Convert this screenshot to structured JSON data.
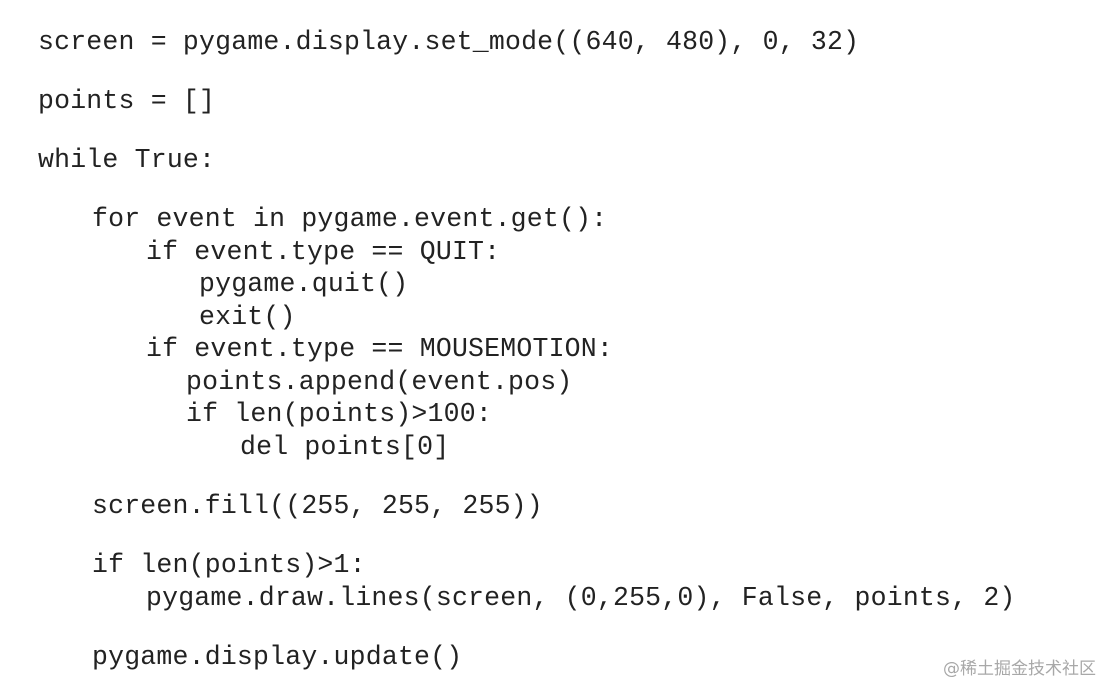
{
  "code_lines": [
    "screen = pygame.display.set_mode((640, 480), 0, 32)",
    "points = []",
    "while True:",
    "for event in pygame.event.get():",
    "if event.type == QUIT:",
    "pygame.quit()",
    "exit()",
    "if event.type == MOUSEMOTION:",
    "points.append(event.pos)",
    "if len(points)>100:",
    "del points[0]",
    "screen.fill((255, 255, 255))",
    "if len(points)>1:",
    "pygame.draw.lines(screen, (0,255,0), False, points, 2)",
    "pygame.display.update()"
  ],
  "watermark": "@稀土掘金技术社区"
}
